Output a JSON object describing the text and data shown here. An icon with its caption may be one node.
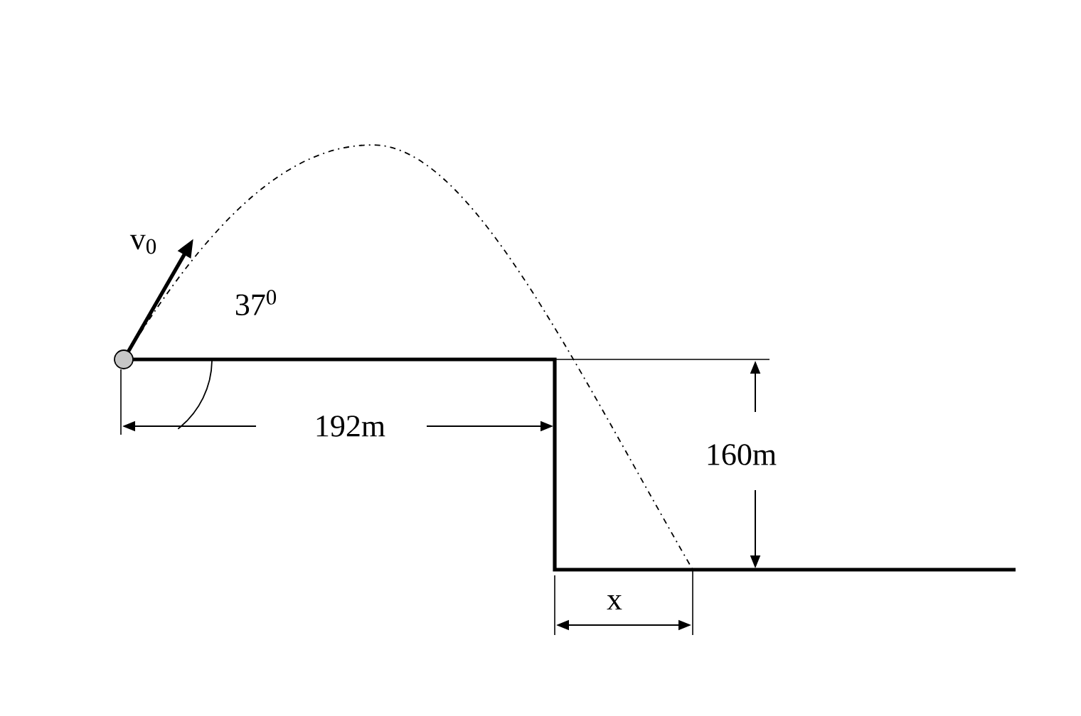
{
  "diagram": {
    "labels": [
      "v$_{0}$",
      "37$^{0}$",
      "192m",
      "160m",
      "x"
    ]
  }
}
